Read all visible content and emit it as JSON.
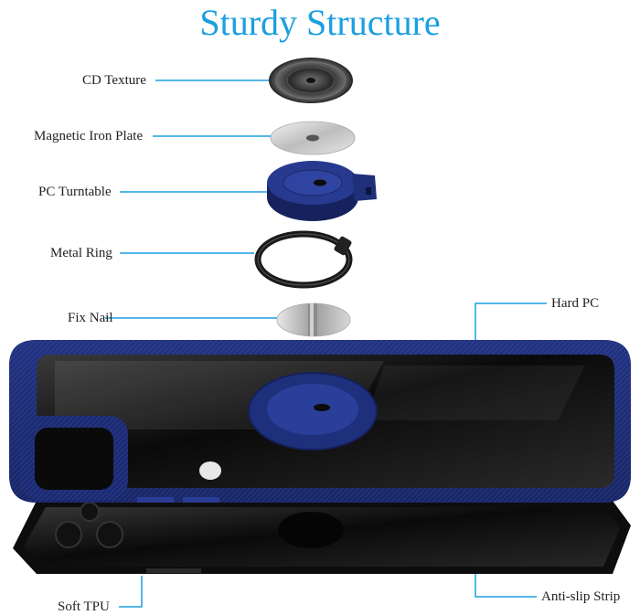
{
  "title": "Sturdy Structure",
  "labels": {
    "cd_texture": "CD Texture",
    "magnetic_iron_plate": "Magnetic Iron Plate",
    "pc_turntable": "PC Turntable",
    "metal_ring": "Metal Ring",
    "fix_nail": "Fix Nail",
    "hard_pc": "Hard PC",
    "anti_slip_strip": "Anti-slip Strip",
    "soft_tpu": "Soft TPU"
  },
  "colors": {
    "accent": "#1a9fe0",
    "case_blue": "#1f2f7a",
    "leader_line": "#1a9fe0"
  }
}
